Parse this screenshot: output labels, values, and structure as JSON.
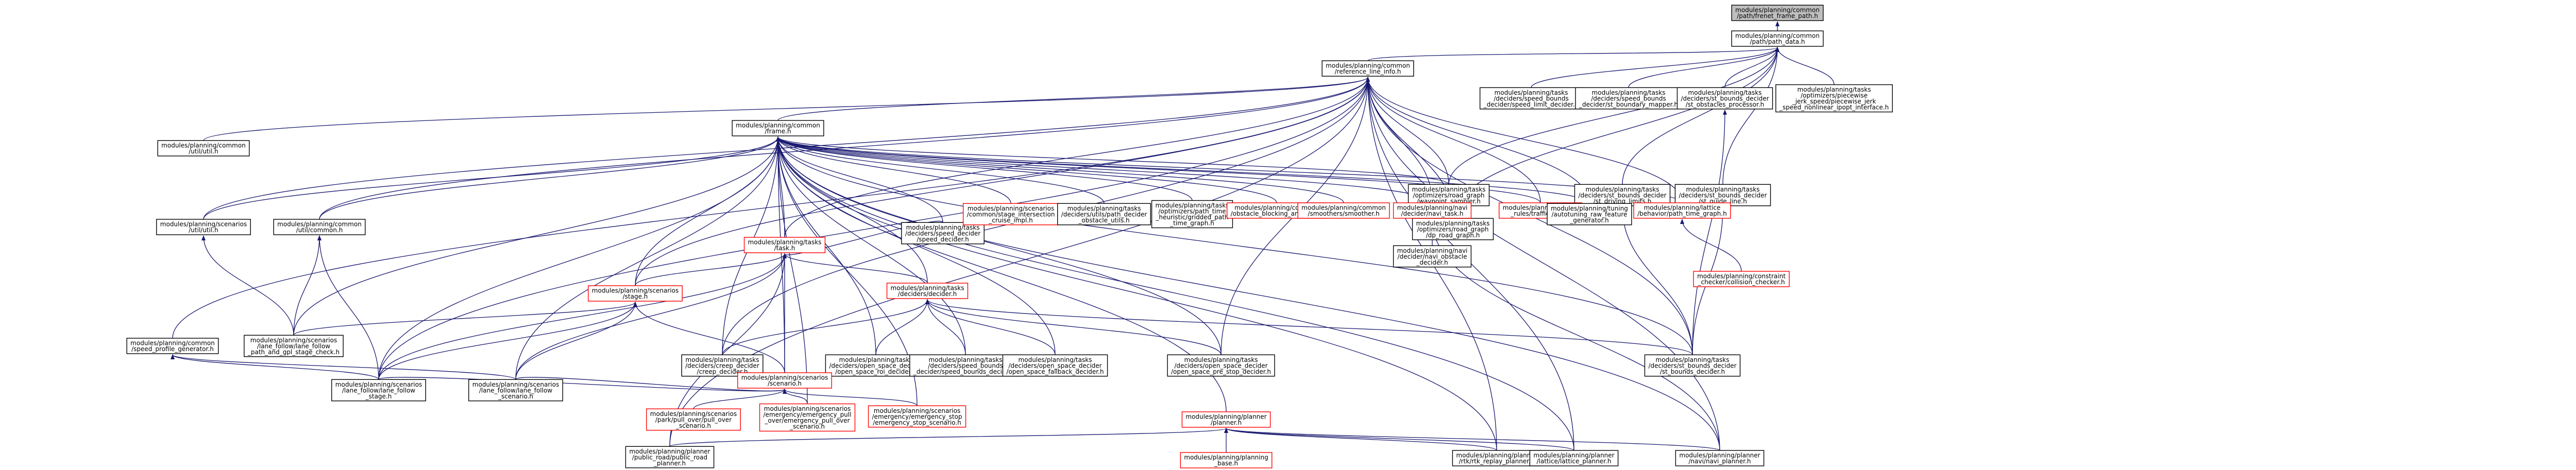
{
  "colors": {
    "edge": "#191970",
    "node_border_normal": "#000000",
    "node_border_incomplete": "#ff0000",
    "node_fill": "#ffffff",
    "root_fill": "#bfbfbf",
    "text": "#000000"
  },
  "nodes": [
    {
      "id": "root",
      "lines": [
        "modules/planning/common",
        "/path/frenet_frame_path.h"
      ],
      "root": true,
      "red": false
    },
    {
      "id": "path_data",
      "lines": [
        "modules/planning/common",
        "/path/path_data.h"
      ],
      "red": false
    },
    {
      "id": "reference_line_info",
      "lines": [
        "modules/planning/common",
        "/reference_line_info.h"
      ],
      "red": false
    },
    {
      "id": "frame",
      "lines": [
        "modules/planning/common",
        "/frame.h"
      ],
      "red": false
    },
    {
      "id": "speed_limit_decider",
      "lines": [
        "modules/planning/tasks",
        "/deciders/speed_bounds",
        "_decider/speed_limit_decider.h"
      ],
      "red": false
    },
    {
      "id": "st_boundary_mapper",
      "lines": [
        "modules/planning/tasks",
        "/deciders/speed_bounds",
        "_decider/st_boundary_mapper.h"
      ],
      "red": false
    },
    {
      "id": "st_obstacles_processor",
      "lines": [
        "modules/planning/tasks",
        "/deciders/st_bounds_decider",
        "/st_obstacles_processor.h"
      ],
      "red": false
    },
    {
      "id": "piecewise_jerk_nonlinear",
      "lines": [
        "modules/planning/tasks",
        "/optimizers/piecewise",
        "_jerk_speed/piecewise_jerk",
        "_speed_nonlinear_ipopt_interface.h"
      ],
      "red": false
    },
    {
      "id": "util_util",
      "lines": [
        "modules/planning/common",
        "/util/util.h"
      ],
      "red": false
    },
    {
      "id": "waypoint_sampler",
      "lines": [
        "modules/planning/tasks",
        "/optimizers/road_graph",
        "/waypoint_sampler.h"
      ],
      "red": false
    },
    {
      "id": "st_driving_limits",
      "lines": [
        "modules/planning/tasks",
        "/deciders/st_bounds_decider",
        "/st_driving_limits.h"
      ],
      "red": false
    },
    {
      "id": "st_guide_line",
      "lines": [
        "modules/planning/tasks",
        "/deciders/st_bounds_decider",
        "/st_guide_line.h"
      ],
      "red": false
    },
    {
      "id": "dp_road_graph",
      "lines": [
        "modules/planning/tasks",
        "/optimizers/road_graph",
        "/dp_road_graph.h"
      ],
      "red": false
    },
    {
      "id": "sc_util",
      "lines": [
        "modules/planning/scenarios",
        "/util/util.h"
      ],
      "red": false
    },
    {
      "id": "util_common",
      "lines": [
        "modules/planning/common",
        "/util/common.h"
      ],
      "red": false
    },
    {
      "id": "task",
      "lines": [
        "modules/planning/tasks",
        "/task.h"
      ],
      "red": true
    },
    {
      "id": "speed_decider",
      "lines": [
        "modules/planning/tasks",
        "/deciders/speed_decider",
        "/speed_decider.h"
      ],
      "red": false
    },
    {
      "id": "stage_intersection_cruise",
      "lines": [
        "modules/planning/scenarios",
        "/common/stage_intersection",
        "_cruise_impl.h"
      ],
      "red": true
    },
    {
      "id": "decider_utils",
      "lines": [
        "modules/planning/tasks",
        "/deciders/utils/path_decider",
        "_obstacle_utils.h"
      ],
      "red": false
    },
    {
      "id": "gridded_path_time_graph",
      "lines": [
        "modules/planning/tasks",
        "/optimizers/path_time",
        "_heuristic/gridded_path",
        "_time_graph.h"
      ],
      "red": false
    },
    {
      "id": "obstacle_blocking_analyzer",
      "lines": [
        "modules/planning/common",
        "/obstacle_blocking_analyzer.h"
      ],
      "red": true
    },
    {
      "id": "smoothers_smoother",
      "lines": [
        "modules/planning/common",
        "/smoothers/smoother.h"
      ],
      "red": true
    },
    {
      "id": "navi_task",
      "lines": [
        "modules/planning/navi",
        "/decider/navi_task.h"
      ],
      "red": true
    },
    {
      "id": "traffic_rule",
      "lines": [
        "modules/planning/traffic",
        "_rules/traffic_rule.h"
      ],
      "red": true
    },
    {
      "id": "feature_generator",
      "lines": [
        "modules/planning/tuning",
        "/autotuning_raw_feature",
        "_generator.h"
      ],
      "red": false
    },
    {
      "id": "lattice_path_time_graph",
      "lines": [
        "modules/planning/lattice",
        "/behavior/path_time_graph.h"
      ],
      "red": true
    },
    {
      "id": "stage",
      "lines": [
        "modules/planning/scenarios",
        "/stage.h"
      ],
      "red": true
    },
    {
      "id": "decider",
      "lines": [
        "modules/planning/tasks",
        "/deciders/decider.h"
      ],
      "red": true
    },
    {
      "id": "navi_obstacle_decider",
      "lines": [
        "modules/planning/navi",
        "/decider/navi_obstacle",
        "_decider.h"
      ],
      "red": false
    },
    {
      "id": "collision_checker",
      "lines": [
        "modules/planning/constraint",
        "_checker/collision_checker.h"
      ],
      "red": true
    },
    {
      "id": "speed_profile_generator",
      "lines": [
        "modules/planning/common",
        "/speed_profile_generator.h"
      ],
      "red": false
    },
    {
      "id": "path_and_gpl_check",
      "lines": [
        "modules/planning/scenarios",
        "/lane_follow/lane_follow",
        "_path_and_gpl_stage_check.h"
      ],
      "red": false
    },
    {
      "id": "creep_decider",
      "lines": [
        "modules/planning/tasks",
        "/deciders/creep_decider",
        "/creep_decider.h"
      ],
      "red": false
    },
    {
      "id": "open_space_roi_decider",
      "lines": [
        "modules/planning/tasks",
        "/deciders/open_space_decider",
        "/open_space_roi_decider.h"
      ],
      "red": false
    },
    {
      "id": "speed_bounds_decider",
      "lines": [
        "modules/planning/tasks",
        "/deciders/speed_bounds",
        "_decider/speed_bounds_decider.h"
      ],
      "red": false
    },
    {
      "id": "open_space_fallback_decider",
      "lines": [
        "modules/planning/tasks",
        "/deciders/open_space_decider",
        "/open_space_fallback_decider.h"
      ],
      "red": false
    },
    {
      "id": "open_space_pre_stop_decider",
      "lines": [
        "modules/planning/tasks",
        "/deciders/open_space_decider",
        "/open_space_pre_stop_decider.h"
      ],
      "red": false
    },
    {
      "id": "st_bounds_decider",
      "lines": [
        "modules/planning/tasks",
        "/deciders/st_bounds_decider",
        "/st_bounds_decider.h"
      ],
      "red": false
    },
    {
      "id": "scenario",
      "lines": [
        "modules/planning/scenarios",
        "/scenario.h"
      ],
      "red": true
    },
    {
      "id": "lane_follow_stage",
      "lines": [
        "modules/planning/scenarios",
        "/lane_follow/lane_follow",
        "_stage.h"
      ],
      "red": false
    },
    {
      "id": "lane_follow_scenario",
      "lines": [
        "modules/planning/scenarios",
        "/lane_follow/lane_follow",
        "_scenario.h"
      ],
      "red": false
    },
    {
      "id": "pull_over_scenario",
      "lines": [
        "modules/planning/scenarios",
        "/park/pull_over/pull_over",
        "_scenario.h"
      ],
      "red": true
    },
    {
      "id": "emergency_pull_over",
      "lines": [
        "modules/planning/scenarios",
        "/emergency/emergency_pull",
        "_over/emergency_pull_over",
        "_scenario.h"
      ],
      "red": true
    },
    {
      "id": "emergency_stop",
      "lines": [
        "modules/planning/scenarios",
        "/emergency/emergency_stop",
        "/emergency_stop_scenario.h"
      ],
      "red": true
    },
    {
      "id": "planner",
      "lines": [
        "modules/planning/planner",
        "/planner.h"
      ],
      "red": true
    },
    {
      "id": "public_road_planner",
      "lines": [
        "modules/planning/planner",
        "/public_road/public_road",
        "_planner.h"
      ],
      "red": false
    },
    {
      "id": "planning_base",
      "lines": [
        "modules/planning/planning",
        "_base.h"
      ],
      "red": true
    },
    {
      "id": "rtk_replay_planner",
      "lines": [
        "modules/planning/planner",
        "/rtk/rtk_replay_planner.h"
      ],
      "red": false
    },
    {
      "id": "lattice_planner",
      "lines": [
        "modules/planning/planner",
        "/lattice/lattice_planner.h"
      ],
      "red": false
    },
    {
      "id": "navi_planner",
      "lines": [
        "modules/planning/planner",
        "/navi/navi_planner.h"
      ],
      "red": false
    }
  ],
  "edges": [
    [
      "path_data",
      "root"
    ],
    [
      "reference_line_info",
      "path_data"
    ],
    [
      "speed_limit_decider",
      "path_data"
    ],
    [
      "st_boundary_mapper",
      "path_data"
    ],
    [
      "st_obstacles_processor",
      "path_data"
    ],
    [
      "piecewise_jerk_nonlinear",
      "path_data"
    ],
    [
      "waypoint_sampler",
      "path_data"
    ],
    [
      "dp_road_graph",
      "path_data"
    ],
    [
      "st_driving_limits",
      "path_data"
    ],
    [
      "st_guide_line",
      "path_data"
    ],
    [
      "frame",
      "reference_line_info"
    ],
    [
      "util_util",
      "reference_line_info"
    ],
    [
      "sc_util",
      "reference_line_info"
    ],
    [
      "util_common",
      "reference_line_info"
    ],
    [
      "task",
      "reference_line_info"
    ],
    [
      "speed_profile_generator",
      "reference_line_info"
    ],
    [
      "waypoint_sampler",
      "reference_line_info"
    ],
    [
      "dp_road_graph",
      "reference_line_info"
    ],
    [
      "navi_task",
      "reference_line_info"
    ],
    [
      "traffic_rule",
      "reference_line_info"
    ],
    [
      "feature_generator",
      "reference_line_info"
    ],
    [
      "lattice_path_time_graph",
      "reference_line_info"
    ],
    [
      "stage",
      "reference_line_info"
    ],
    [
      "creep_decider",
      "reference_line_info"
    ],
    [
      "open_space_pre_stop_decider",
      "reference_line_info"
    ],
    [
      "st_bounds_decider",
      "reference_line_info"
    ],
    [
      "lane_follow_stage",
      "reference_line_info"
    ],
    [
      "rtk_replay_planner",
      "reference_line_info"
    ],
    [
      "lattice_planner",
      "reference_line_info"
    ],
    [
      "navi_planner",
      "reference_line_info"
    ],
    [
      "util_common",
      "frame"
    ],
    [
      "sc_util",
      "frame"
    ],
    [
      "task",
      "frame"
    ],
    [
      "speed_decider",
      "frame"
    ],
    [
      "stage_intersection_cruise",
      "frame"
    ],
    [
      "decider_utils",
      "frame"
    ],
    [
      "gridded_path_time_graph",
      "frame"
    ],
    [
      "obstacle_blocking_analyzer",
      "frame"
    ],
    [
      "smoothers_smoother",
      "frame"
    ],
    [
      "navi_task",
      "frame"
    ],
    [
      "traffic_rule",
      "frame"
    ],
    [
      "feature_generator",
      "frame"
    ],
    [
      "lattice_path_time_graph",
      "frame"
    ],
    [
      "waypoint_sampler",
      "frame"
    ],
    [
      "stage",
      "frame"
    ],
    [
      "decider",
      "frame"
    ],
    [
      "scenario",
      "frame"
    ],
    [
      "creep_decider",
      "frame"
    ],
    [
      "open_space_roi_decider",
      "frame"
    ],
    [
      "speed_bounds_decider",
      "frame"
    ],
    [
      "open_space_fallback_decider",
      "frame"
    ],
    [
      "open_space_pre_stop_decider",
      "frame"
    ],
    [
      "st_bounds_decider",
      "frame"
    ],
    [
      "planner",
      "frame"
    ],
    [
      "path_and_gpl_check",
      "frame"
    ],
    [
      "lane_follow_stage",
      "frame"
    ],
    [
      "lane_follow_scenario",
      "frame"
    ],
    [
      "emergency_pull_over",
      "frame"
    ],
    [
      "emergency_stop",
      "frame"
    ],
    [
      "rtk_replay_planner",
      "frame"
    ],
    [
      "lattice_planner",
      "frame"
    ],
    [
      "navi_planner",
      "frame"
    ],
    [
      "dp_road_graph",
      "waypoint_sampler"
    ],
    [
      "st_bounds_decider",
      "st_driving_limits"
    ],
    [
      "st_bounds_decider",
      "st_guide_line"
    ],
    [
      "st_bounds_decider",
      "st_obstacles_processor"
    ],
    [
      "path_and_gpl_check",
      "sc_util"
    ],
    [
      "path_and_gpl_check",
      "util_common"
    ],
    [
      "lane_follow_stage",
      "util_common"
    ],
    [
      "speed_decider",
      "task"
    ],
    [
      "stage",
      "task"
    ],
    [
      "decider",
      "task"
    ],
    [
      "scenario",
      "task"
    ],
    [
      "lane_follow_stage",
      "task"
    ],
    [
      "lane_follow_scenario",
      "task"
    ],
    [
      "public_road_planner",
      "task"
    ],
    [
      "navi_obstacle_decider",
      "navi_task"
    ],
    [
      "navi_planner",
      "navi_task"
    ],
    [
      "collision_checker",
      "lattice_path_time_graph"
    ],
    [
      "path_and_gpl_check",
      "stage"
    ],
    [
      "lane_follow_stage",
      "stage"
    ],
    [
      "lane_follow_scenario",
      "stage"
    ],
    [
      "scenario",
      "stage"
    ],
    [
      "creep_decider",
      "decider"
    ],
    [
      "open_space_roi_decider",
      "decider"
    ],
    [
      "speed_bounds_decider",
      "decider"
    ],
    [
      "open_space_fallback_decider",
      "decider"
    ],
    [
      "open_space_pre_stop_decider",
      "decider"
    ],
    [
      "st_bounds_decider",
      "decider"
    ],
    [
      "lane_follow_stage",
      "speed_profile_generator"
    ],
    [
      "lane_follow_scenario",
      "speed_profile_generator"
    ],
    [
      "lane_follow_scenario",
      "scenario"
    ],
    [
      "pull_over_scenario",
      "scenario"
    ],
    [
      "emergency_pull_over",
      "scenario"
    ],
    [
      "emergency_stop",
      "scenario"
    ],
    [
      "lane_follow_stage",
      "scenario"
    ],
    [
      "public_road_planner",
      "planner"
    ],
    [
      "planning_base",
      "planner"
    ],
    [
      "rtk_replay_planner",
      "planner"
    ],
    [
      "lattice_planner",
      "planner"
    ],
    [
      "navi_planner",
      "planner"
    ],
    [
      "public_road_planner",
      "reference_line_info"
    ]
  ]
}
